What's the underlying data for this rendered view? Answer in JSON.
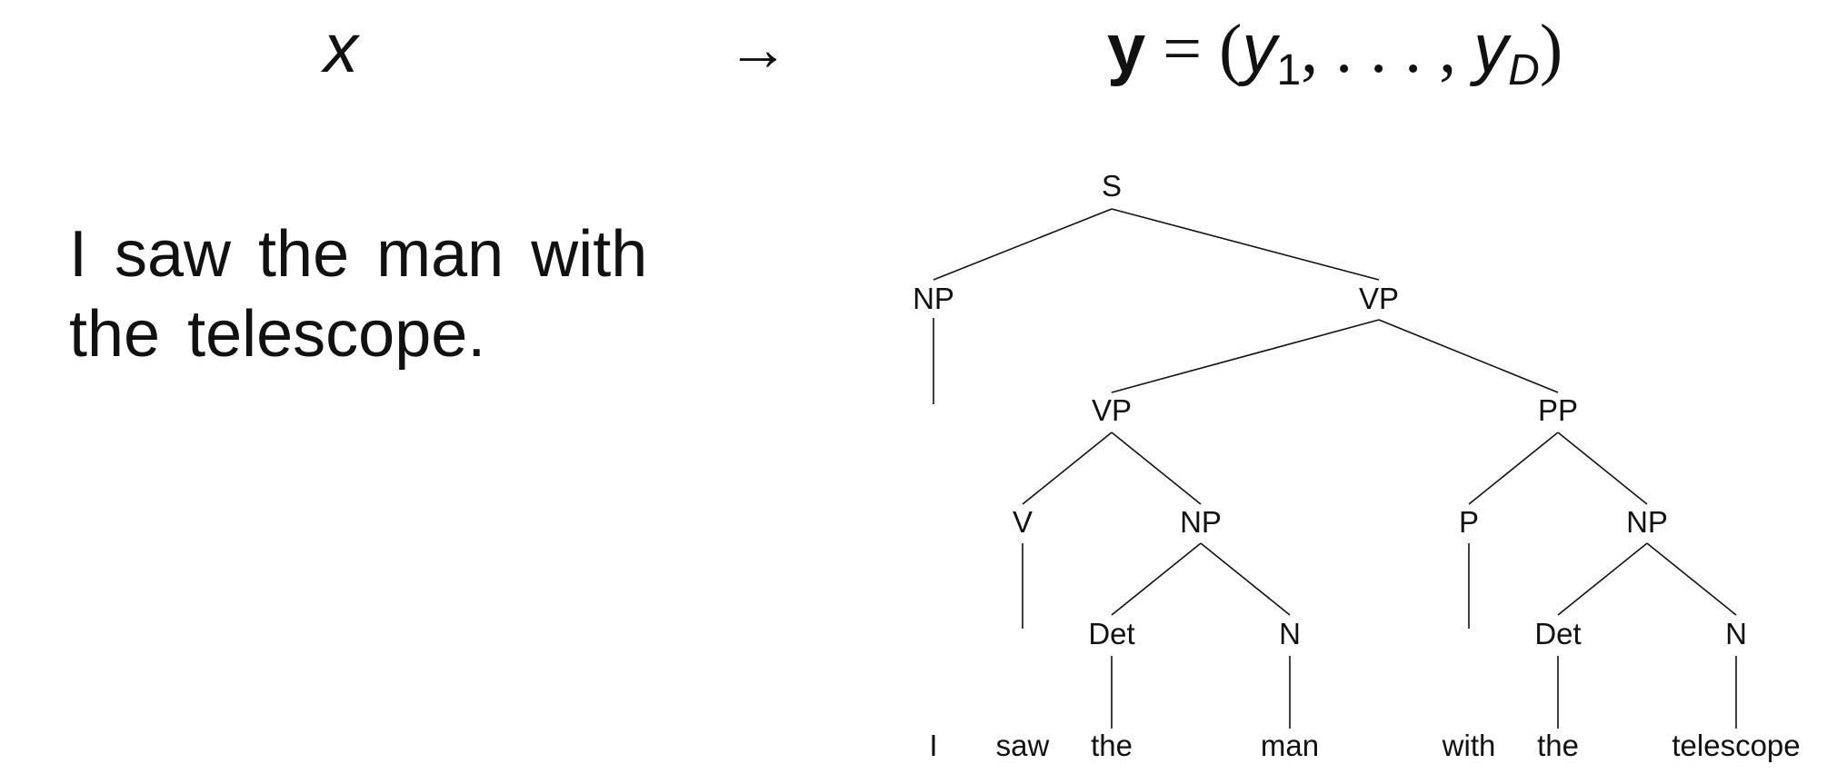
{
  "header": {
    "x_symbol": "x",
    "arrow": "→",
    "y_bold": "y",
    "equals": " = (",
    "y_var": "y",
    "sub_1": "1",
    "dots": ", . . . , ",
    "sub_D": "D",
    "close_paren": ")"
  },
  "sentence": "I saw the man with the telescope.",
  "tree": {
    "nodes": {
      "s": "S",
      "np_subj": "NP",
      "vp_top": "VP",
      "vp_inner": "VP",
      "pp": "PP",
      "v": "V",
      "np_obj": "NP",
      "p": "P",
      "np_pobj": "NP",
      "det_1": "Det",
      "n_1": "N",
      "det_2": "Det",
      "n_2": "N"
    },
    "words": [
      "I",
      "saw",
      "the",
      "man",
      "with",
      "the",
      "telescope"
    ]
  }
}
